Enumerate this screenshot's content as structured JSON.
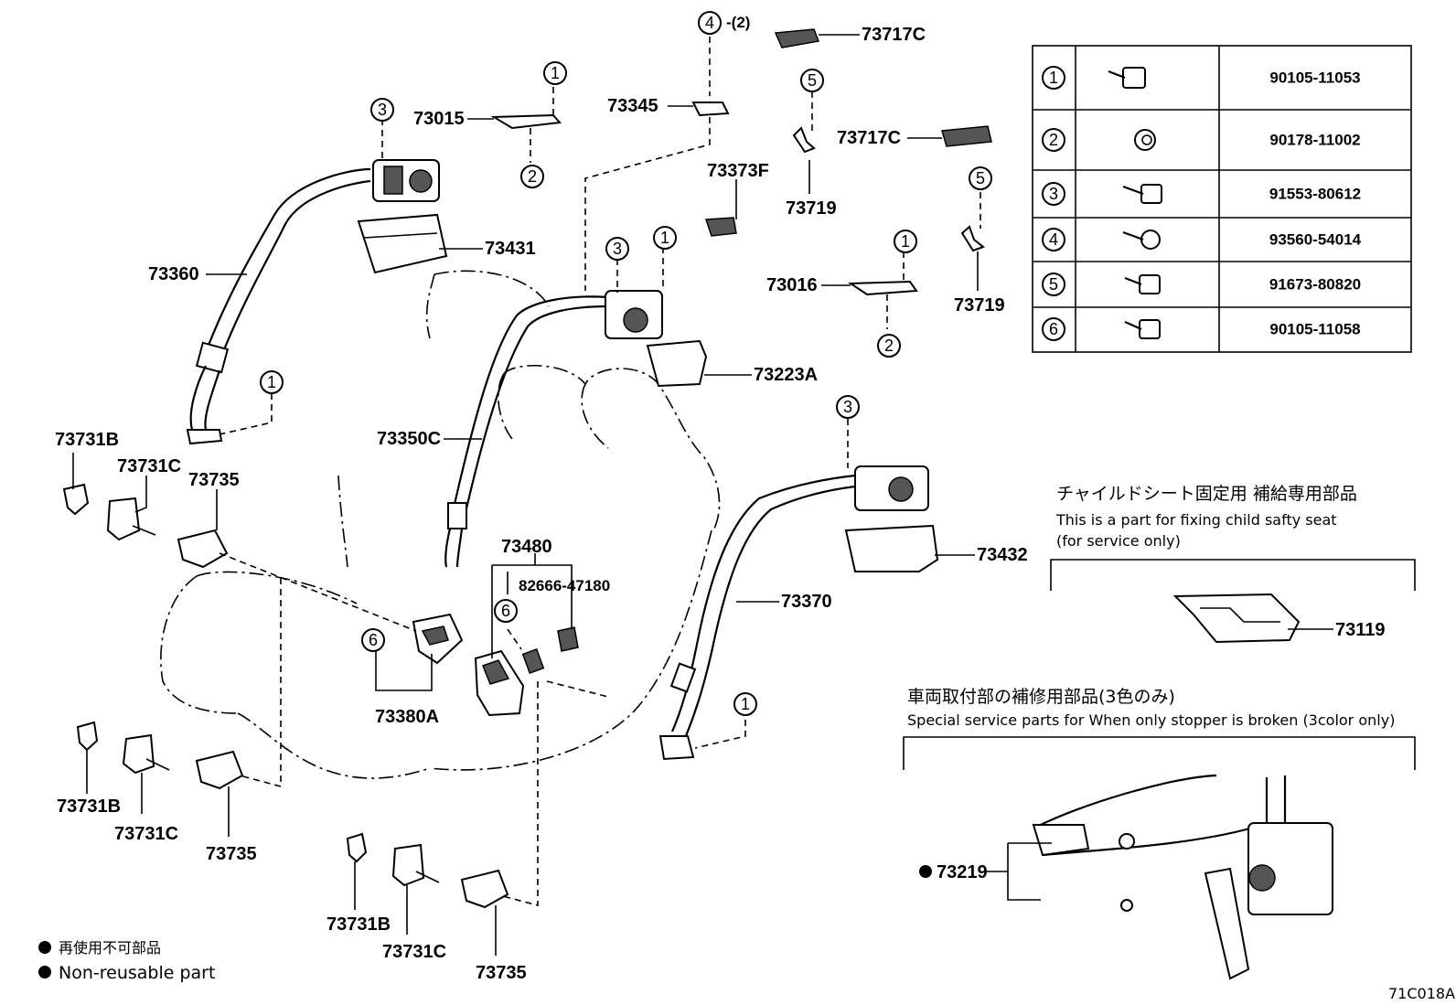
{
  "labels": {
    "p73360": "73360",
    "p73015": "73015",
    "p73345": "73345",
    "p73717c_a": "73717C",
    "p73717c_b": "73717C",
    "p73373f": "73373F",
    "p73719_a": "73719",
    "p73719_b": "73719",
    "p73016": "73016",
    "p73431": "73431",
    "p73223a": "73223A",
    "p73350c": "73350C",
    "p73432": "73432",
    "p73370": "73370",
    "p73480": "73480",
    "p82666": "82666-47180",
    "p73380a": "73380A",
    "p73731b_a": "73731B",
    "p73731c_a": "73731C",
    "p73735_a": "73735",
    "p73731b_b": "73731B",
    "p73731c_b": "73731C",
    "p73735_b": "73735",
    "p73731b_c": "73731B",
    "p73731c_c": "73731C",
    "p73735_c": "73735",
    "p73119": "73119",
    "p73219": "73219",
    "qty4": "-(2)"
  },
  "callouts": {
    "c1": "1",
    "c2": "2",
    "c3": "3",
    "c4": "4",
    "c5": "5",
    "c6": "6"
  },
  "fastener_table": [
    {
      "ref": "1",
      "part_no": "90105-11053"
    },
    {
      "ref": "2",
      "part_no": "90178-11002"
    },
    {
      "ref": "3",
      "part_no": "91553-80612"
    },
    {
      "ref": "4",
      "part_no": "93560-54014"
    },
    {
      "ref": "5",
      "part_no": "91673-80820"
    },
    {
      "ref": "6",
      "part_no": "90105-11058"
    }
  ],
  "child_seat_note": {
    "title_jp": "チャイルドシート固定用  補給専用部品",
    "line1": "This is a part for fixing child safty seat",
    "line2": "(for service only)"
  },
  "stopper_note": {
    "title_jp": "車両取付部の補修用部品(3色のみ)",
    "line1": "Special service parts for When only stopper is broken (3color only)"
  },
  "legend": {
    "jp": "再使用不可部品",
    "en": "Non-reusable part"
  },
  "figure_code": "71C018A"
}
